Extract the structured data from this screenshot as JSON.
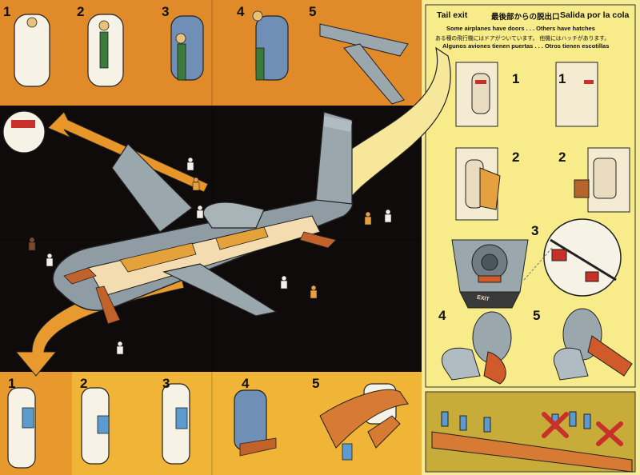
{
  "top_panel": {
    "steps": [
      "1",
      "2",
      "3",
      "4",
      "5"
    ]
  },
  "bottom_panel": {
    "steps": [
      "1",
      "2",
      "3",
      "4",
      "5"
    ]
  },
  "tail_panel": {
    "title_en": "Tail exit",
    "title_ja": "最後部からの脱出口",
    "title_es": "Salida por la cola",
    "note_en": "Some airplanes have doors . . . Others have hatches",
    "note_ja": "ある種の飛行機にはドアがついています。 他機にはハッチがあります。",
    "note_es": "Algunos aviones tienen puertas . . . Otros tienen escotillas",
    "door_steps": [
      "1",
      "2"
    ],
    "hatch_steps": [
      "1",
      "2"
    ],
    "tunnel_step": "3",
    "cone_steps": [
      "4",
      "5"
    ],
    "exit_sign": "EXIT"
  },
  "colors": {
    "orange": "#e08a2a",
    "yellow": "#f2d64a",
    "pale_yellow": "#f6ec98",
    "black": "#0e0b0a",
    "fuselage_gray": "#8f9ca4",
    "wood_brown": "#b5652b",
    "red": "#c8302a"
  }
}
